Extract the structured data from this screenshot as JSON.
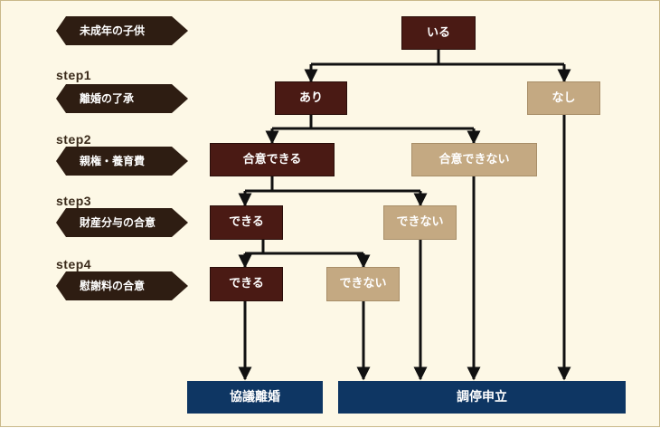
{
  "rows": {
    "r0": {
      "tag": "未成年の子供"
    },
    "r1": {
      "step": "step1",
      "tag": "離婚の了承"
    },
    "r2": {
      "step": "step2",
      "tag": "親権・養育費"
    },
    "r3": {
      "step": "step3",
      "tag": "財産分与の合意"
    },
    "r4": {
      "step": "step4",
      "tag": "慰謝料の合意"
    }
  },
  "nodes": {
    "iru": "いる",
    "ari": "あり",
    "nashi": "なし",
    "s2_yes": "合意できる",
    "s2_no": "合意できない",
    "s3_yes": "できる",
    "s3_no": "できない",
    "s4_yes": "できる",
    "s4_no": "できない"
  },
  "results": {
    "kyogi": "協議離婚",
    "chotei": "調停申立"
  },
  "colors": {
    "background": "#fdf8e6",
    "tag": "#2e1d12",
    "dark_box": "#4a1a14",
    "light_box": "#c4a982",
    "result_box": "#0e3663",
    "line": "#111111"
  }
}
